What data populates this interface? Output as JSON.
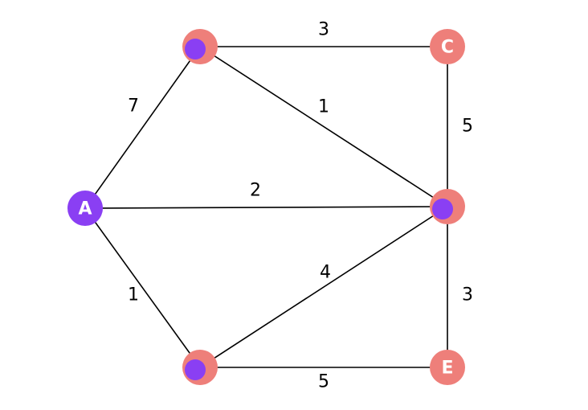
{
  "graph": {
    "colors": {
      "node_default": "#ee7f7a",
      "node_highlight": "#8a3ff3",
      "marker": "#8a3ff3",
      "edge": "#000000"
    },
    "nodes": {
      "A": {
        "label": "A",
        "state": "highlighted"
      },
      "B": {
        "label": "",
        "state": "visited"
      },
      "C": {
        "label": "C",
        "state": "default"
      },
      "D": {
        "label": "",
        "state": "visited"
      },
      "E": {
        "label": "E",
        "state": "default"
      },
      "F": {
        "label": "",
        "state": "visited"
      }
    },
    "edges": [
      {
        "from": "A",
        "to": "B",
        "weight": "7"
      },
      {
        "from": "A",
        "to": "D",
        "weight": "2"
      },
      {
        "from": "A",
        "to": "F",
        "weight": "1"
      },
      {
        "from": "B",
        "to": "C",
        "weight": "3"
      },
      {
        "from": "B",
        "to": "D",
        "weight": "1"
      },
      {
        "from": "C",
        "to": "D",
        "weight": "5"
      },
      {
        "from": "D",
        "to": "E",
        "weight": "3"
      },
      {
        "from": "D",
        "to": "F",
        "weight": "4"
      },
      {
        "from": "F",
        "to": "E",
        "weight": "5"
      }
    ]
  }
}
